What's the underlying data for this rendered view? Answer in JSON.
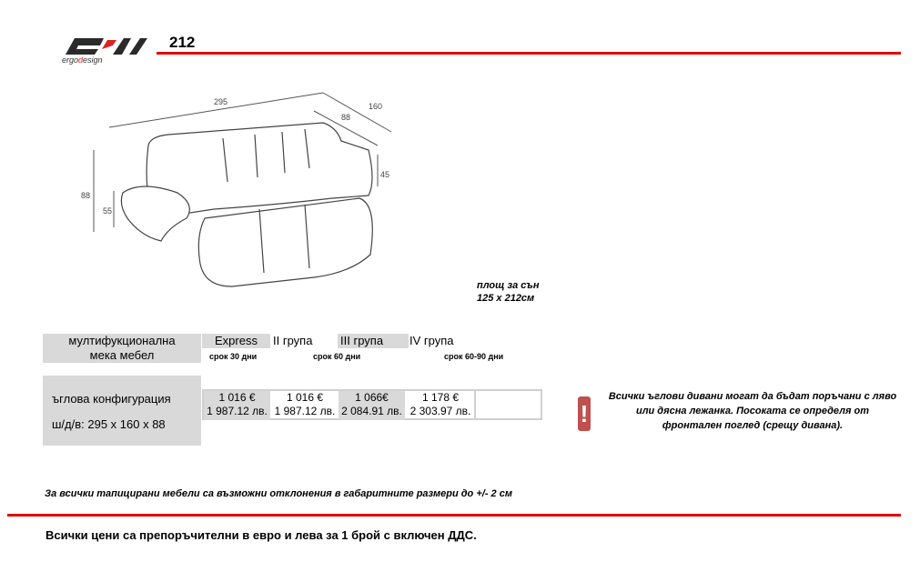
{
  "header": {
    "brand": "ergodesign",
    "model": "212"
  },
  "drawing": {
    "dims": {
      "width": "295",
      "depth": "160",
      "chaise": "88",
      "height": "88",
      "seat": "55",
      "seat_depth": "45"
    }
  },
  "sleep_area": {
    "label": "площ за сън",
    "size": "125 x 212см"
  },
  "table": {
    "title_line1": "мултифукционална",
    "title_line2": "мека мебел",
    "groups": [
      {
        "name": "Express",
        "term": "срок 30 дни"
      },
      {
        "name": "II група",
        "term": "срок 60 дни"
      },
      {
        "name": "III група",
        "term": ""
      },
      {
        "name": "IV група",
        "term": "срок 60-90 дни"
      }
    ],
    "config": "ъглова конфигурация",
    "dimensions": "ш/д/в: 295 x 160 x 88",
    "prices": [
      {
        "eur": "1 016 €",
        "bgn": "1 987.12 лв."
      },
      {
        "eur": "1 016 €",
        "bgn": "1 987.12 лв."
      },
      {
        "eur": "1 066€",
        "bgn": "2 084.91 лв."
      },
      {
        "eur": "1 178 €",
        "bgn": "2 303.97 лв."
      }
    ]
  },
  "note": "Всички ъглови дивани могат да бъдат поръчани с ляво или дясна лежанка. Посоката се определя от фронтален поглед (срещу дивана).",
  "tolerance": "За всички тапицирани мебели са възможни отклонения в габаритните размери до +/- 2 см",
  "footer": "Всички цени са препоръчителни в евро и лева за 1 брой с включен ДДС.",
  "colors": {
    "accent": "#e00000",
    "cell": "#d9d9d9"
  }
}
